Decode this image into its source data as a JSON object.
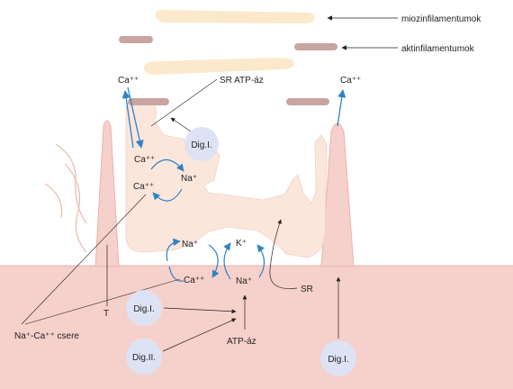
{
  "labels": {
    "myosin": "miozinfilamentumok",
    "actin": "aktinfilamentumok",
    "sr_atpase": "SR ATP-áz",
    "t_tubule": "T",
    "sr": "SR",
    "atpase": "ATP-áz",
    "exchange": "Na⁺-Ca⁺⁺ csere"
  },
  "ions": {
    "ca_top_left": "Ca⁺⁺",
    "ca_top_right": "Ca⁺⁺",
    "ca_sr_upper": "Ca⁺⁺",
    "ca_sr_lower": "Ca⁺⁺",
    "na_sr": "Na⁺",
    "na_membrane_left": "Na⁺",
    "ca_membrane_left": "Ca⁺⁺",
    "k_membrane": "K⁺",
    "na_membrane_right": "Na⁺"
  },
  "drugs": {
    "dig_sr": "Dig.I.",
    "dig_left_upper": "Dig.I.",
    "dig_left_lower": "Dig.II.",
    "dig_right": "Dig.I."
  },
  "colors": {
    "membrane_zone": "#f6d0cb",
    "membrane_edge": "#e9b4ad",
    "sarcoplasmic_reticulum": "#fbe6dc",
    "myosin": "#fbe9cc",
    "actin": "#c9a5a1",
    "ion_arrow": "#2f82c6",
    "drug_circle": "#dde3f4"
  }
}
